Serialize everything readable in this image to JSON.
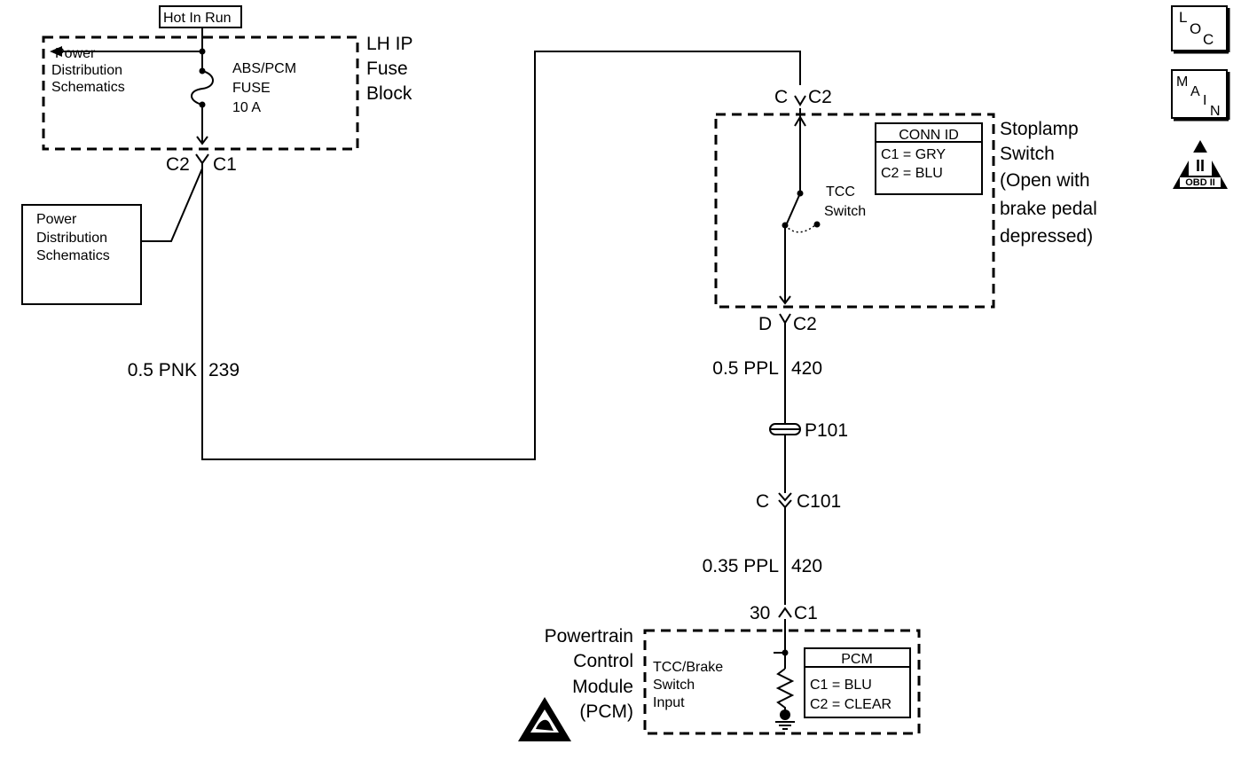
{
  "power": {
    "hot_label": "Hot In Run",
    "fuse_block_label": [
      "LH IP",
      "Fuse",
      "Block"
    ],
    "fuse_label": [
      "ABS/PCM",
      "FUSE",
      "10 A"
    ],
    "pds_arrow_label": [
      "Power",
      "Distribution",
      "Schematics"
    ],
    "pds_box_label": [
      "Power",
      "Distribution",
      "Schematics"
    ],
    "connector_left": "C2",
    "connector_right": "C1"
  },
  "wires": {
    "w239": {
      "size_color": "0.5 PNK",
      "circuit": "239"
    },
    "w420a": {
      "size_color": "0.5 PPL",
      "circuit": "420"
    },
    "w420b": {
      "size_color": "0.35 PPL",
      "circuit": "420"
    }
  },
  "stoplamp": {
    "label": [
      "Stoplamp",
      "Switch",
      "(Open with",
      "brake pedal",
      "depressed)"
    ],
    "top_conn_pin": "C",
    "top_conn_id": "C2",
    "bottom_conn_pin": "D",
    "bottom_conn_id": "C2",
    "switch_label": [
      "TCC",
      "Switch"
    ],
    "conn_id_title": "CONN ID",
    "conn_id_rows": [
      "C1 = GRY",
      "C2 = BLU"
    ]
  },
  "splice": {
    "label": "P101"
  },
  "inline_connector": {
    "pin": "C",
    "id": "C101"
  },
  "pcm": {
    "pin": "30",
    "conn_id": "C1",
    "label": [
      "Powertrain",
      "Control",
      "Module",
      "(PCM)"
    ],
    "input_label": [
      "TCC/Brake",
      "Switch",
      "Input"
    ],
    "conn_title": "PCM",
    "conn_rows": [
      "C1 = BLU",
      "C2 = CLEAR"
    ]
  },
  "icons": {
    "loc": [
      "L",
      "O",
      "C"
    ],
    "main": [
      "M",
      "A",
      "I",
      "N"
    ],
    "obd": {
      "numeral": "II",
      "label": "OBD II"
    }
  }
}
